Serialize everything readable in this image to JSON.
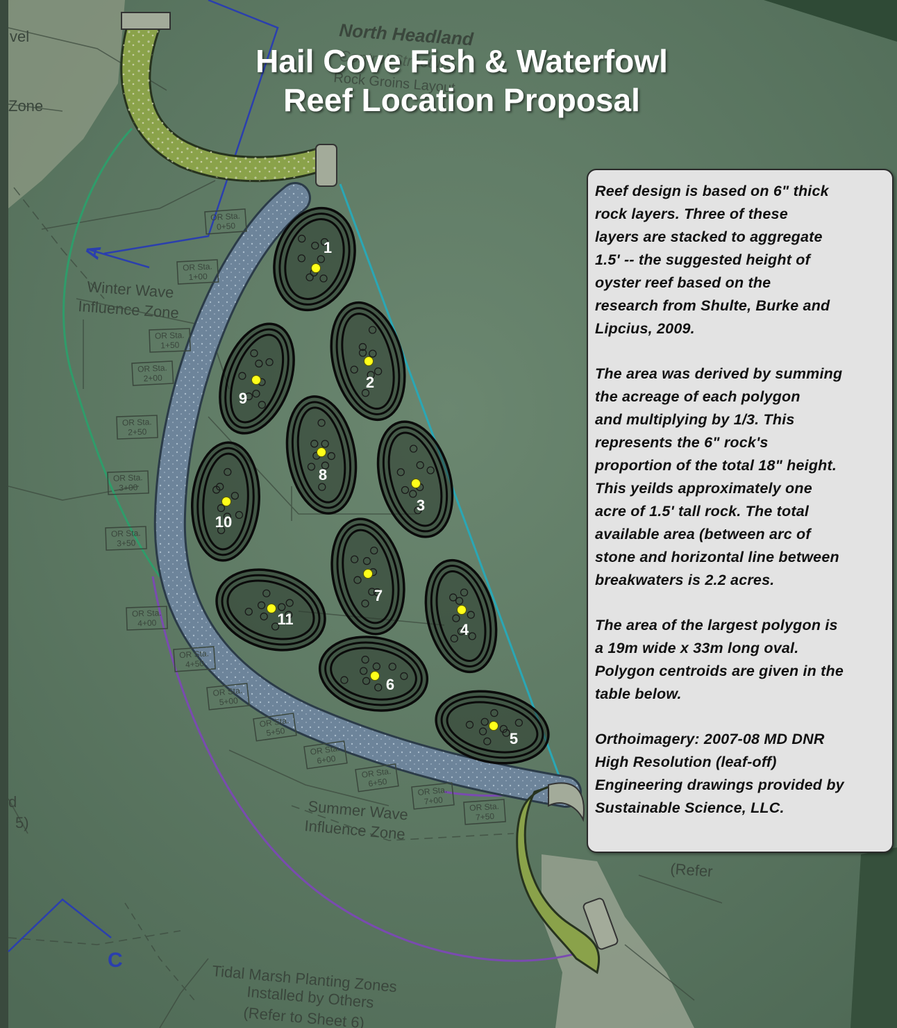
{
  "title": {
    "line1": "Hail Cove Fish & Waterfowl",
    "line2": "Reef Location Proposal"
  },
  "info_box": {
    "paragraphs": [
      [
        "Reef design is based on 6\" thick",
        "rock layers.  Three of these",
        "layers are stacked to aggregate",
        "1.5' -- the suggested height of",
        "oyster reef based on the",
        "research from Shulte, Burke and",
        "Lipcius, 2009."
      ],
      [
        "The area was derived by summing",
        "the acreage of each polygon",
        "and multiplying by 1/3.  This",
        "represents the 6\" rock's",
        "proportion of the total 18\" height.",
        "This yeilds approximately one",
        "acre of 1.5' tall rock.  The total",
        "available area (between arc of",
        "stone and horizontal line between",
        "breakwaters is 2.2 acres."
      ],
      [
        "The area of the largest polygon is",
        "a 19m wide x 33m long oval.",
        "Polygon centroids are given in the",
        "table below."
      ],
      [
        "Orthoimagery: 2007-08 MD DNR",
        "High Resolution (leaf-off)",
        "Engineering drawings provided by",
        "Sustainable Science, LLC."
      ]
    ]
  },
  "reefs": [
    {
      "label": "1"
    },
    {
      "label": "2"
    },
    {
      "label": "3"
    },
    {
      "label": "4"
    },
    {
      "label": "5"
    },
    {
      "label": "6"
    },
    {
      "label": "7"
    },
    {
      "label": "8"
    },
    {
      "label": "9"
    },
    {
      "label": "10"
    },
    {
      "label": "11"
    }
  ],
  "station_labels": [
    "OR Sta. 0+50",
    "OR Sta. 1+00",
    "OR Sta. 1+50",
    "OR Sta. 2+00",
    "OR Sta. 2+50",
    "OR Sta. 3+00",
    "OR Sta. 3+50",
    "OR Sta. 4+00",
    "OR Sta. 4+50",
    "OR Sta. 5+00",
    "OR Sta. 5+50",
    "OR Sta. 6+00",
    "OR Sta. 6+50",
    "OR Sta. 7+00",
    "OR Sta. 7+50"
  ],
  "drawing_labels": {
    "north_headland_1": "North Headland",
    "north_headland_2": "Control Structure",
    "north_headland_3": "Rock Groins Layout",
    "winter_zone_1": "Winter Wave",
    "winter_zone_2": "Influence Zone",
    "summer_zone_1": "Summer Wave",
    "summer_zone_2": "Influence Zone",
    "tidal_1": "Tidal Marsh Planting Zones",
    "tidal_2": "Installed by Others",
    "tidal_3": "(Refer to Sheet 6)",
    "refer": "(Refer",
    "section_a": "A",
    "section_c": "C",
    "zone_left": "Zone",
    "level_left": "vel",
    "five_left": "5)",
    "d_left": "d"
  },
  "colors": {
    "water": "#5f7a66",
    "reef_outline": "#0a0a0a",
    "centroid": "#ffff1a",
    "breakwater_band": "#6f86a0",
    "headland": "#8aa24a",
    "winter_line": "#2f9c6a",
    "summer_line": "#7a4bb0",
    "section_line": "#2b3fae",
    "teal_line": "#2aa7b5"
  }
}
